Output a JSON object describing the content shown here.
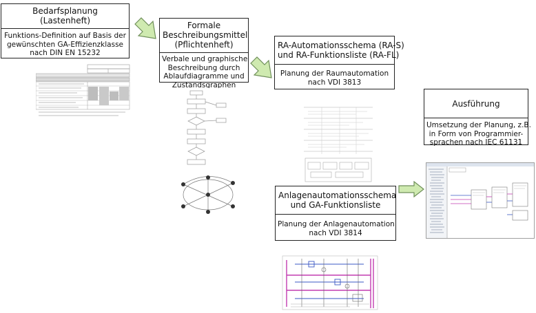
{
  "boxes": {
    "bedarf": {
      "title": [
        "Bedarfsplanung",
        "(Lastenheft)"
      ],
      "body": [
        "Funktions-Definition auf Basis der",
        "gewünschten GA-Effizienzklasse",
        "nach DIN EN 15232"
      ]
    },
    "formal": {
      "title": [
        "Formale",
        "Beschreibungsmittel",
        "(Pflichtenheft)"
      ],
      "body": [
        "Verbale und graphische",
        "Beschreibung durch",
        "Ablaufdiagramme und",
        "Zustandsgraphen"
      ]
    },
    "ra": {
      "title": [
        "RA-Automationsschema (RA-S)",
        "und RA-Funktionsliste (RA-FL)"
      ],
      "body": [
        "Planung der Raumautomation",
        "nach VDI 3813"
      ]
    },
    "anlagen": {
      "title": [
        "Anlagenautomationsschema",
        "und GA-Funktionsliste"
      ],
      "body": [
        "Planung der Anlagenautomation",
        "nach VDI 3814"
      ]
    },
    "ausfuehrung": {
      "title": [
        "Ausführung"
      ],
      "body": [
        "Umsetzung der Planung, z.B.",
        "in Form von Programmier-",
        "sprachen nach IEC 61131"
      ]
    }
  },
  "colors": {
    "arrow_fill": "#cfeab0",
    "arrow_stroke": "#6f8f5a",
    "thumb_line": "#9a9a9a",
    "thumb_grid": "#c8c8c8",
    "thumb_magenta": "#c23bb0",
    "thumb_blue": "#3a57c4"
  },
  "icons": {
    "arrow": "block-arrow-right-icon",
    "arrow_down": "block-arrow-down-right-icon"
  }
}
